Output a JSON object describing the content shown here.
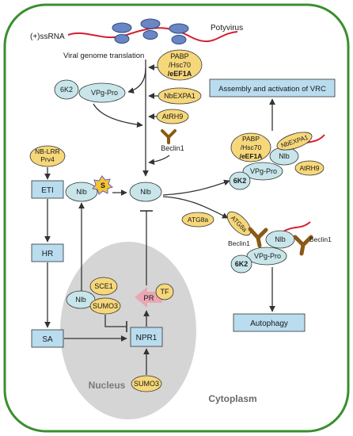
{
  "labels": {
    "ssrna": "(+)ssRNA",
    "potyvirus": "Potyvirus",
    "viral_translation": "Viral genome translation",
    "cytoplasm": "Cytoplasm",
    "nucleus": "Nucleus"
  },
  "nodes": {
    "pabp_top": {
      "l1": "PABP",
      "l2": "/Hsc70",
      "l3": "/eEF1A"
    },
    "vpg_pro_top": "VPg-Pro",
    "sixk2_top": "6K2",
    "nbexpa1_top": "NbEXPA1",
    "atrh9_top": "AtRH9",
    "beclin1_top": "Beclin1",
    "nlb_center": "Nlb",
    "nlb_left": "Nlb",
    "s_badge": "S",
    "nb_lrr": {
      "l1": "NB-LRR",
      "l2": "Prv4"
    },
    "eti": "ETI",
    "hr": "HR",
    "sa": "SA",
    "atg8a_free": "ATG8a",
    "assembly_box": "Assembly and activation of VRC",
    "autophagy_box": "Autophagy",
    "vrc": {
      "pabp": {
        "l1": "PABP",
        "l2": "/Hsc70",
        "l3": "/eEF1A"
      },
      "nbexpa1": "NbEXPA1",
      "atrh9": "AtRH9",
      "nlb": "Nlb",
      "vpg_pro": "VPg-Pro",
      "sixk2": "6K2"
    },
    "autophagy_complex": {
      "atg8a": "ATG8a",
      "beclin1_left": "Beclin1",
      "beclin1_right": "Beclin1",
      "nlb": "Nlb",
      "vpg_pro": "VPg-Pro",
      "sixk2": "6K2"
    },
    "nucleus": {
      "sce1": "SCE1",
      "nlb": "Nlb",
      "sumo3_top": "SUMO3",
      "pr": "PR",
      "tf": "TF",
      "npr1": "NPR1",
      "sumo3_bottom": "SUMO3"
    }
  },
  "colors": {
    "cell_border": "#3a8f2e",
    "nucleus_fill": "#d5d5d5",
    "yellow": "#f6d77a",
    "teal": "#c8e6ea",
    "box": "#b9dcef",
    "beclin": "#8a5a14",
    "pr_arrow": "#e9a7b4",
    "s_badge": "#f3c535",
    "rna": "#d51f2f"
  }
}
